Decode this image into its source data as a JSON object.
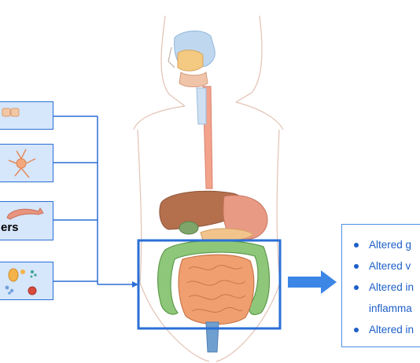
{
  "cards": [
    {
      "label": "",
      "icon": "cells-icon"
    },
    {
      "label": "",
      "icon": "neuron-icon"
    },
    {
      "label": "ers",
      "icon": "muscle-fiber-icon"
    },
    {
      "label": "",
      "icon": "microbes-icon"
    }
  ],
  "colors": {
    "accent_blue": "#2a6fd6",
    "card_fill": "#d6e6fb",
    "intestine_orange": "#f0a070",
    "colon_green": "#7cc06a"
  },
  "results": {
    "items": [
      {
        "text": "Altered g"
      },
      {
        "text": "Altered v"
      },
      {
        "text": "Altered in"
      },
      {
        "text": "inflamma",
        "continuation": true
      },
      {
        "text": "Altered in"
      }
    ]
  }
}
